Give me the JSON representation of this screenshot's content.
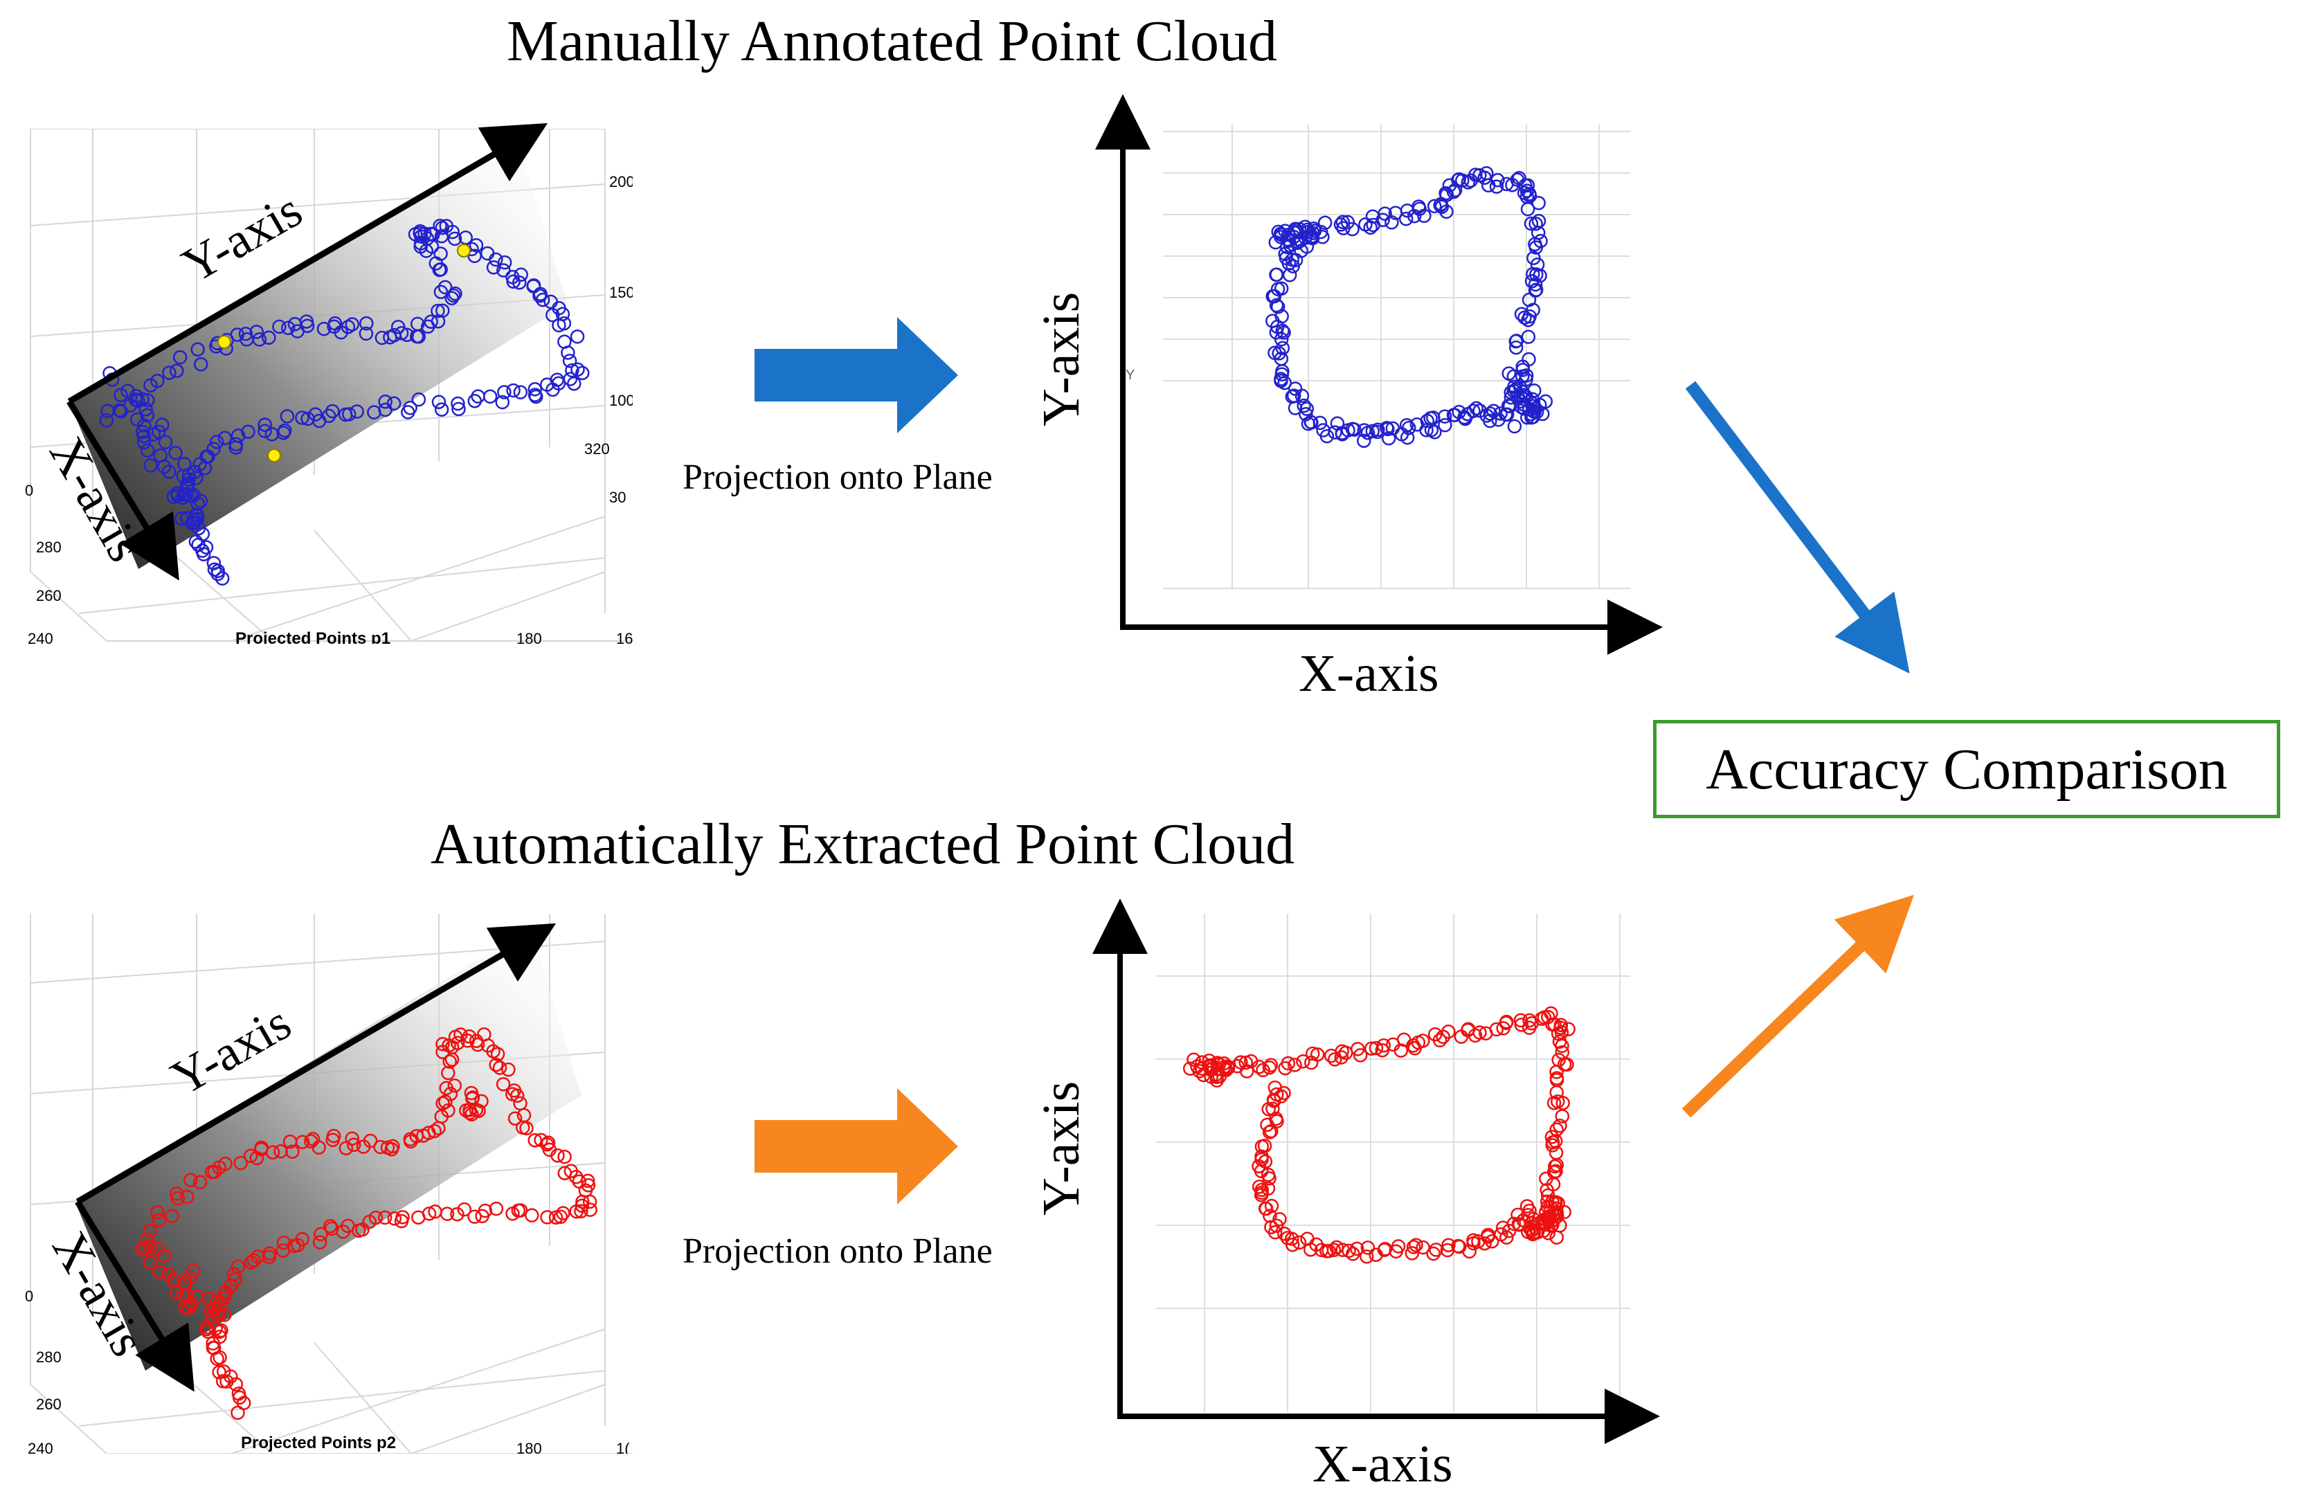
{
  "titles": {
    "manual": "Manually Annotated Point Cloud",
    "automatic": "Automatically Extracted Point Cloud"
  },
  "projection_label": "Projection onto Plane",
  "result_label": "Accuracy Comparison",
  "axis_labels": {
    "x": "X-axis",
    "y": "Y-axis"
  },
  "panel3d_top": {
    "caption": "Projected Points p1",
    "left_ticks": [
      "280",
      "260",
      "240"
    ],
    "left_edge_tick": "0",
    "right_ticks": [
      "200",
      "150",
      "100",
      "320",
      "30"
    ],
    "bottom_ticks": [
      "180",
      "16"
    ],
    "point_color": "#2222cc",
    "highlight_color": "#ffee00"
  },
  "panel3d_bottom": {
    "caption": "Projected Points p2",
    "left_ticks": [
      "280",
      "260",
      "240"
    ],
    "left_edge_tick": "0",
    "bottom_ticks": [
      "180",
      "1("
    ],
    "point_color": "#ee1111"
  },
  "panel2d_top": {
    "small_tick": "Y",
    "point_color": "#2222cc"
  },
  "panel2d_bottom": {
    "point_color": "#ee1111"
  },
  "colors": {
    "blue_arrow": "#1a73c9",
    "orange_arrow": "#f7861f",
    "box_border": "#3c9a2e"
  }
}
